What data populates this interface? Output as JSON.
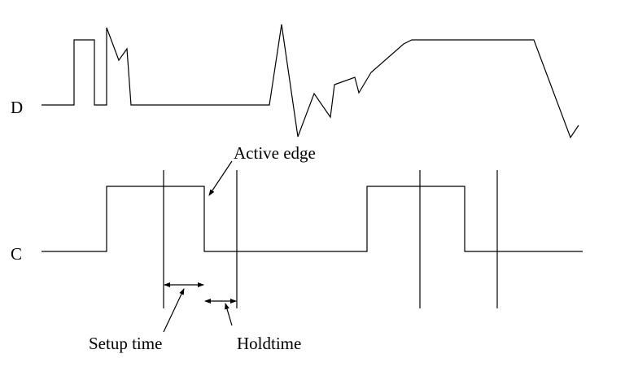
{
  "title": "Setup and hold time timing diagram",
  "signals": {
    "data_label": "D",
    "clock_label": "C"
  },
  "annotations": {
    "active_edge": "Active edge",
    "setup_time": "Setup time",
    "hold_time": "Holdtime"
  },
  "colors": {
    "line": "#000000",
    "background": "#ffffff"
  }
}
